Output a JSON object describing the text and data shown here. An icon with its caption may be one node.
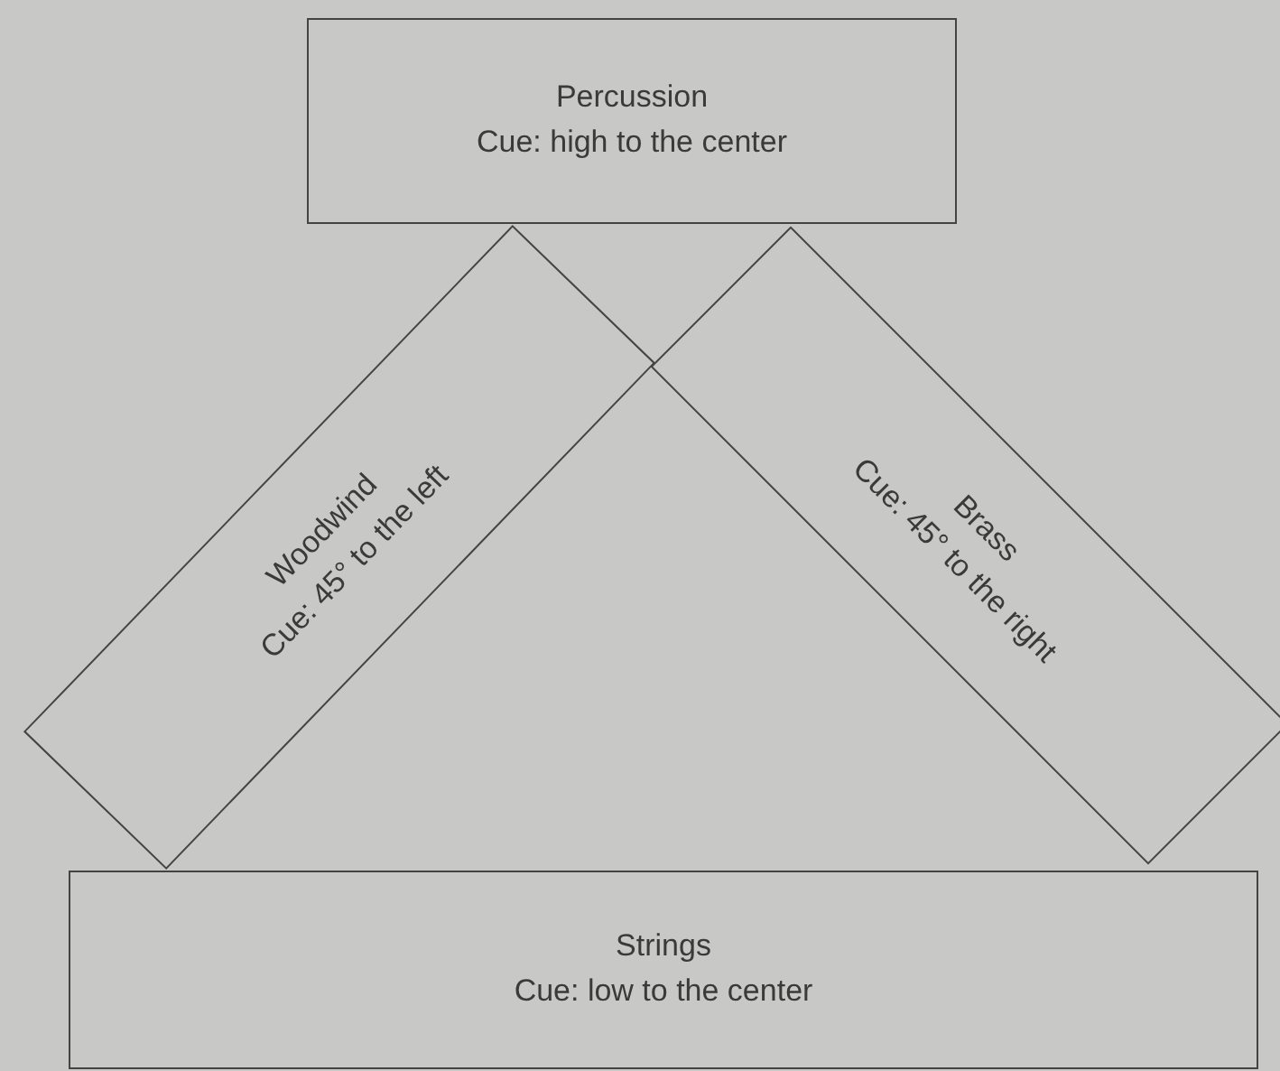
{
  "diagram": {
    "nodes": [
      {
        "text": [
          "Percussion",
          "Cue: high to the center"
        ]
      },
      {
        "text": [
          "Woodwind",
          "Cue: 45° to the left"
        ]
      },
      {
        "text": [
          "Brass",
          "Cue: 45° to the right"
        ]
      },
      {
        "text": [
          "Strings",
          "Cue: low to the center"
        ]
      }
    ]
  }
}
